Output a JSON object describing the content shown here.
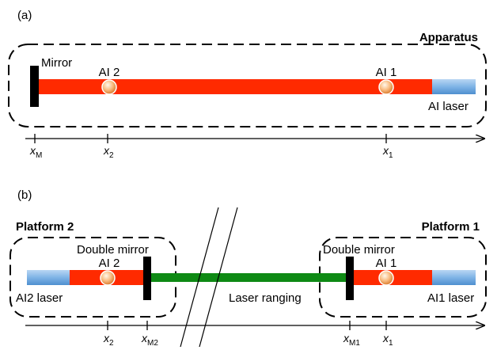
{
  "panel_a": {
    "label": "(a)",
    "box_title": "Apparatus",
    "mirror_label": "Mirror",
    "ai2_label": "AI 2",
    "ai1_label": "AI 1",
    "laser_label": "AI laser",
    "axis": {
      "xm": {
        "main": "x",
        "sub": "M"
      },
      "x2": {
        "main": "x",
        "sub": "2"
      },
      "x1": {
        "main": "x",
        "sub": "1"
      }
    }
  },
  "panel_b": {
    "label": "(b)",
    "platform2_title": "Platform 2",
    "platform1_title": "Platform 1",
    "double_mirror_left": "Double mirror",
    "double_mirror_right": "Double mirror",
    "ai2_label": "AI 2",
    "ai1_label": "AI 1",
    "ai2_laser_label": "AI2 laser",
    "ai1_laser_label": "AI1 laser",
    "ranging_label": "Laser ranging",
    "axis": {
      "x2": {
        "main": "x",
        "sub": "2"
      },
      "xm2": {
        "main": "x",
        "sub": "M2"
      },
      "xm1": {
        "main": "x",
        "sub": "M1"
      },
      "x1": {
        "main": "x",
        "sub": "1"
      }
    }
  },
  "colors": {
    "beam_red": "#ff2a00",
    "beam_green": "#0e8a14",
    "laser_blue": "#7fb4e6",
    "atom_orange": "#f4a460",
    "mirror": "#000000"
  }
}
